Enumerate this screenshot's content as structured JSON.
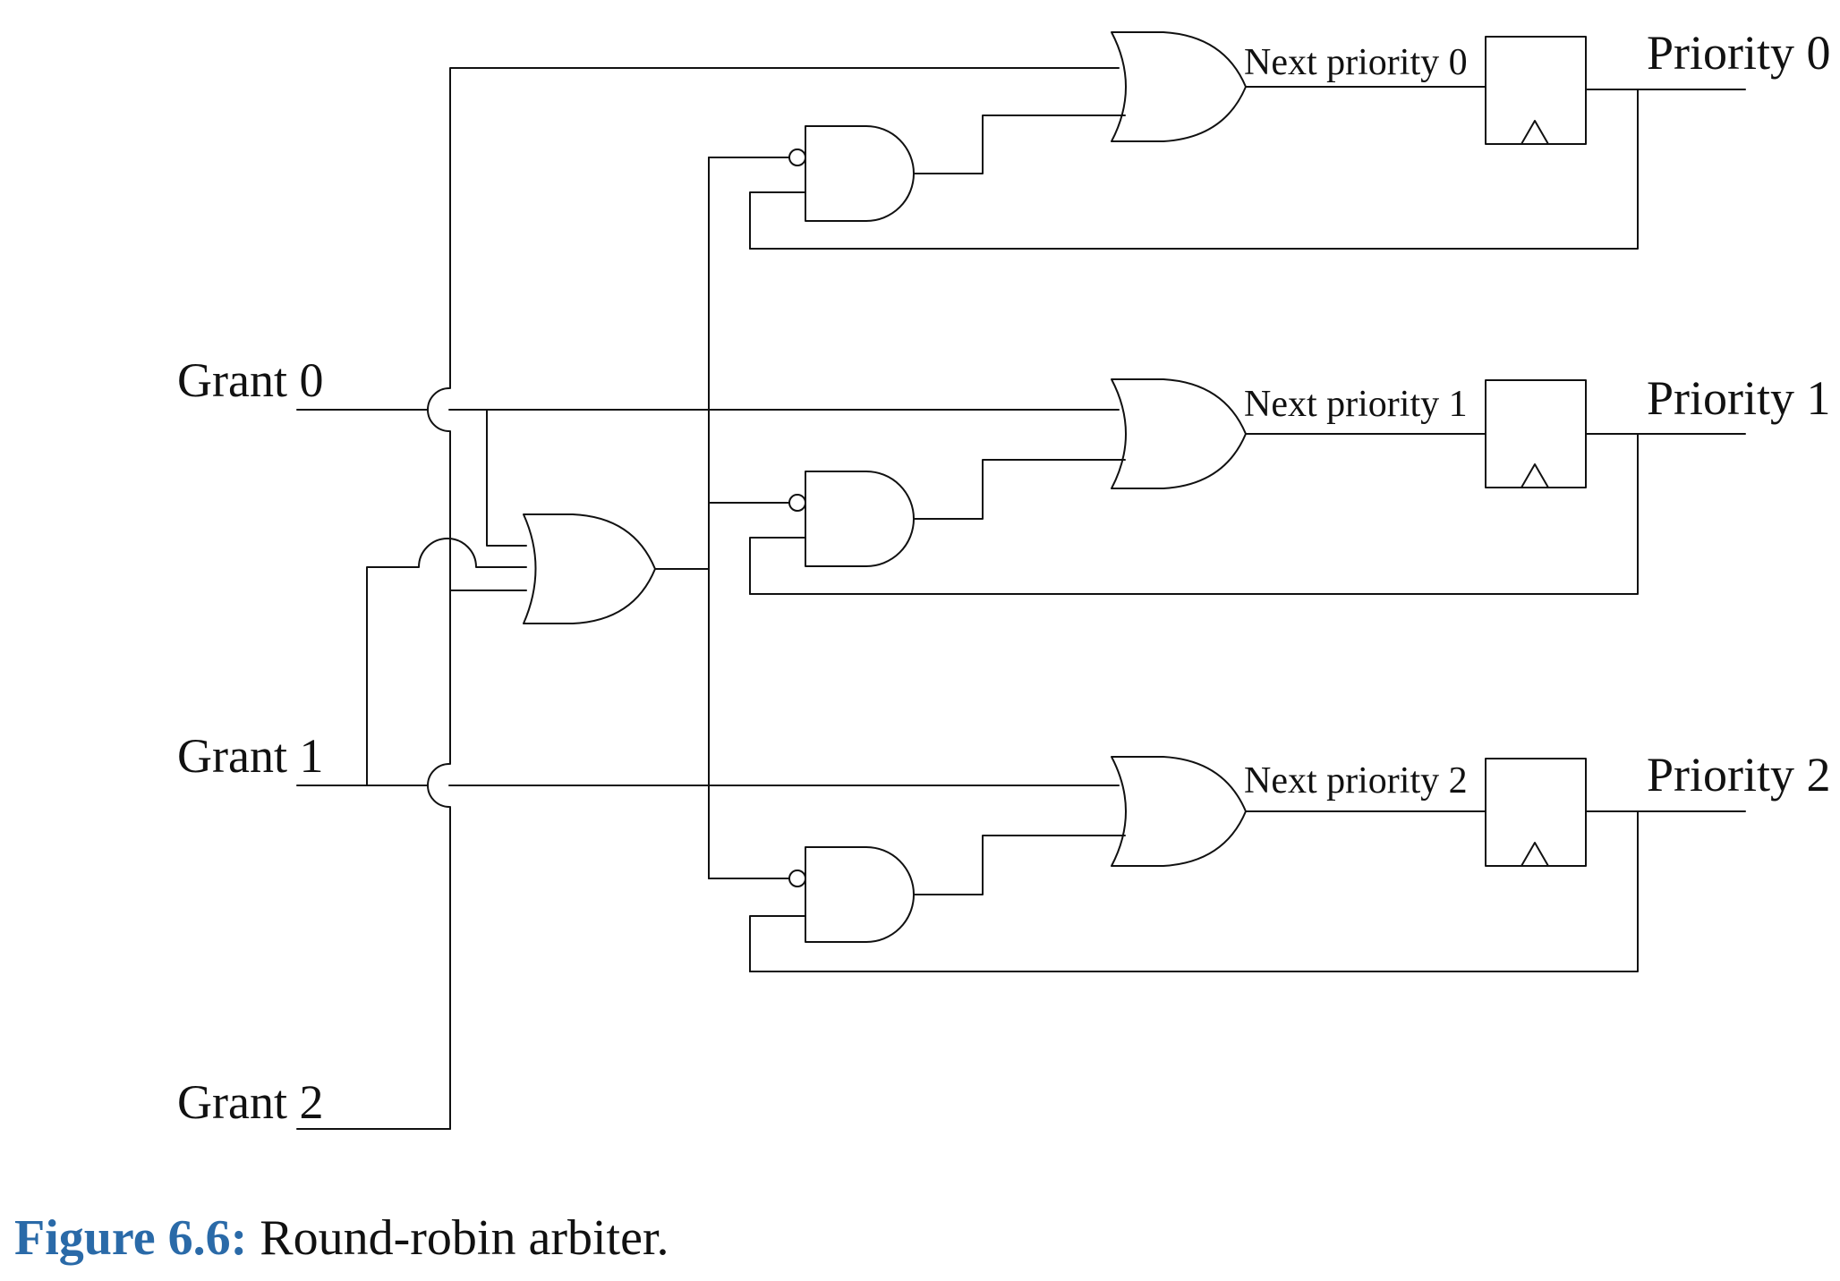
{
  "diagram": {
    "inputs": {
      "grant0": "Grant 0",
      "grant1": "Grant 1",
      "grant2": "Grant 2"
    },
    "next_priority": [
      "Next priority 0",
      "Next priority 1",
      "Next priority 2"
    ],
    "outputs": [
      "Priority 0",
      "Priority 1",
      "Priority 2"
    ]
  },
  "caption": {
    "number": "Figure 6.6:",
    "text": "Round-robin arbiter."
  },
  "colors": {
    "caption_number": "#2a6aa8",
    "line": "#111111"
  }
}
